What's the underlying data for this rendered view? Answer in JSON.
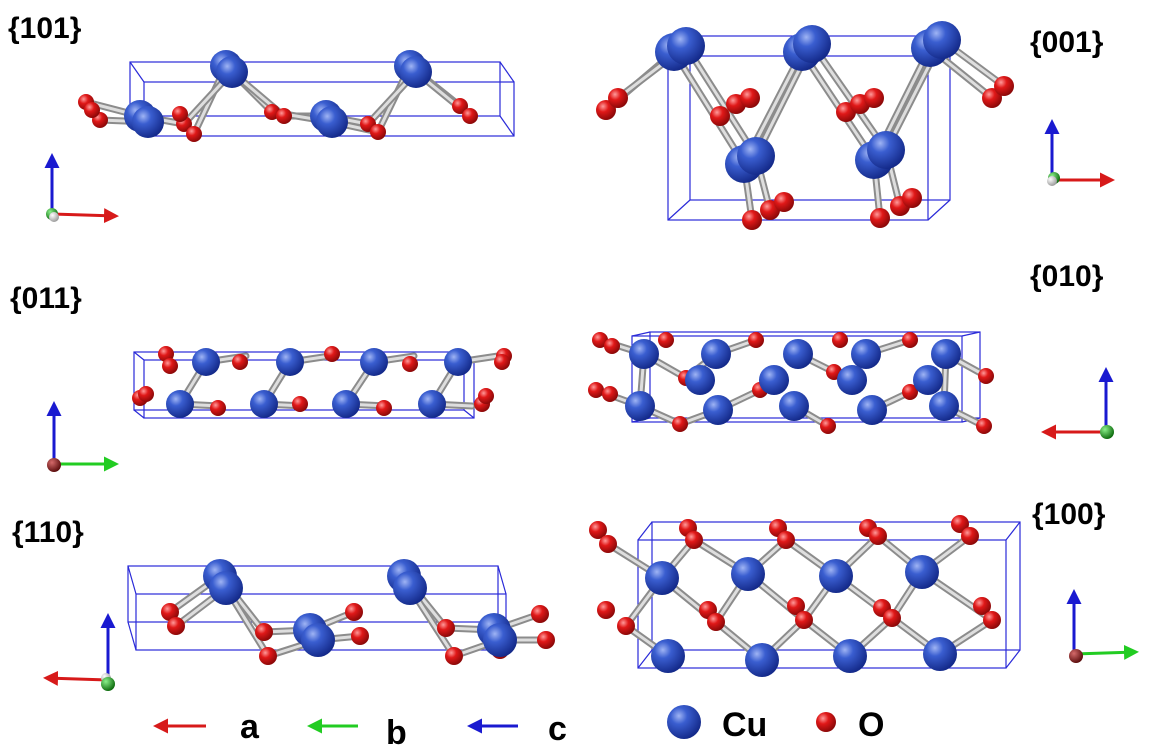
{
  "facets": [
    {
      "id": "f101",
      "label": "{101}"
    },
    {
      "id": "f001",
      "label": "{001}"
    },
    {
      "id": "f011",
      "label": "{011}"
    },
    {
      "id": "f010",
      "label": "{010}"
    },
    {
      "id": "f110",
      "label": "{110}"
    },
    {
      "id": "f100",
      "label": "{100}"
    }
  ],
  "legend": {
    "axes": [
      {
        "label": "a",
        "color": "#d71a1a"
      },
      {
        "label": "b",
        "color": "#22cc22"
      },
      {
        "label": "c",
        "color": "#1a1ad0"
      }
    ],
    "atoms": [
      {
        "label": "Cu",
        "color": "#2f4fbf"
      },
      {
        "label": "O",
        "color": "#dd1414"
      }
    ]
  },
  "colors": {
    "cell_edge": "#2a2ad8",
    "bond": "#b4b4b4",
    "cu_atom": "#2f4fbf",
    "o_atom": "#dd1414"
  }
}
